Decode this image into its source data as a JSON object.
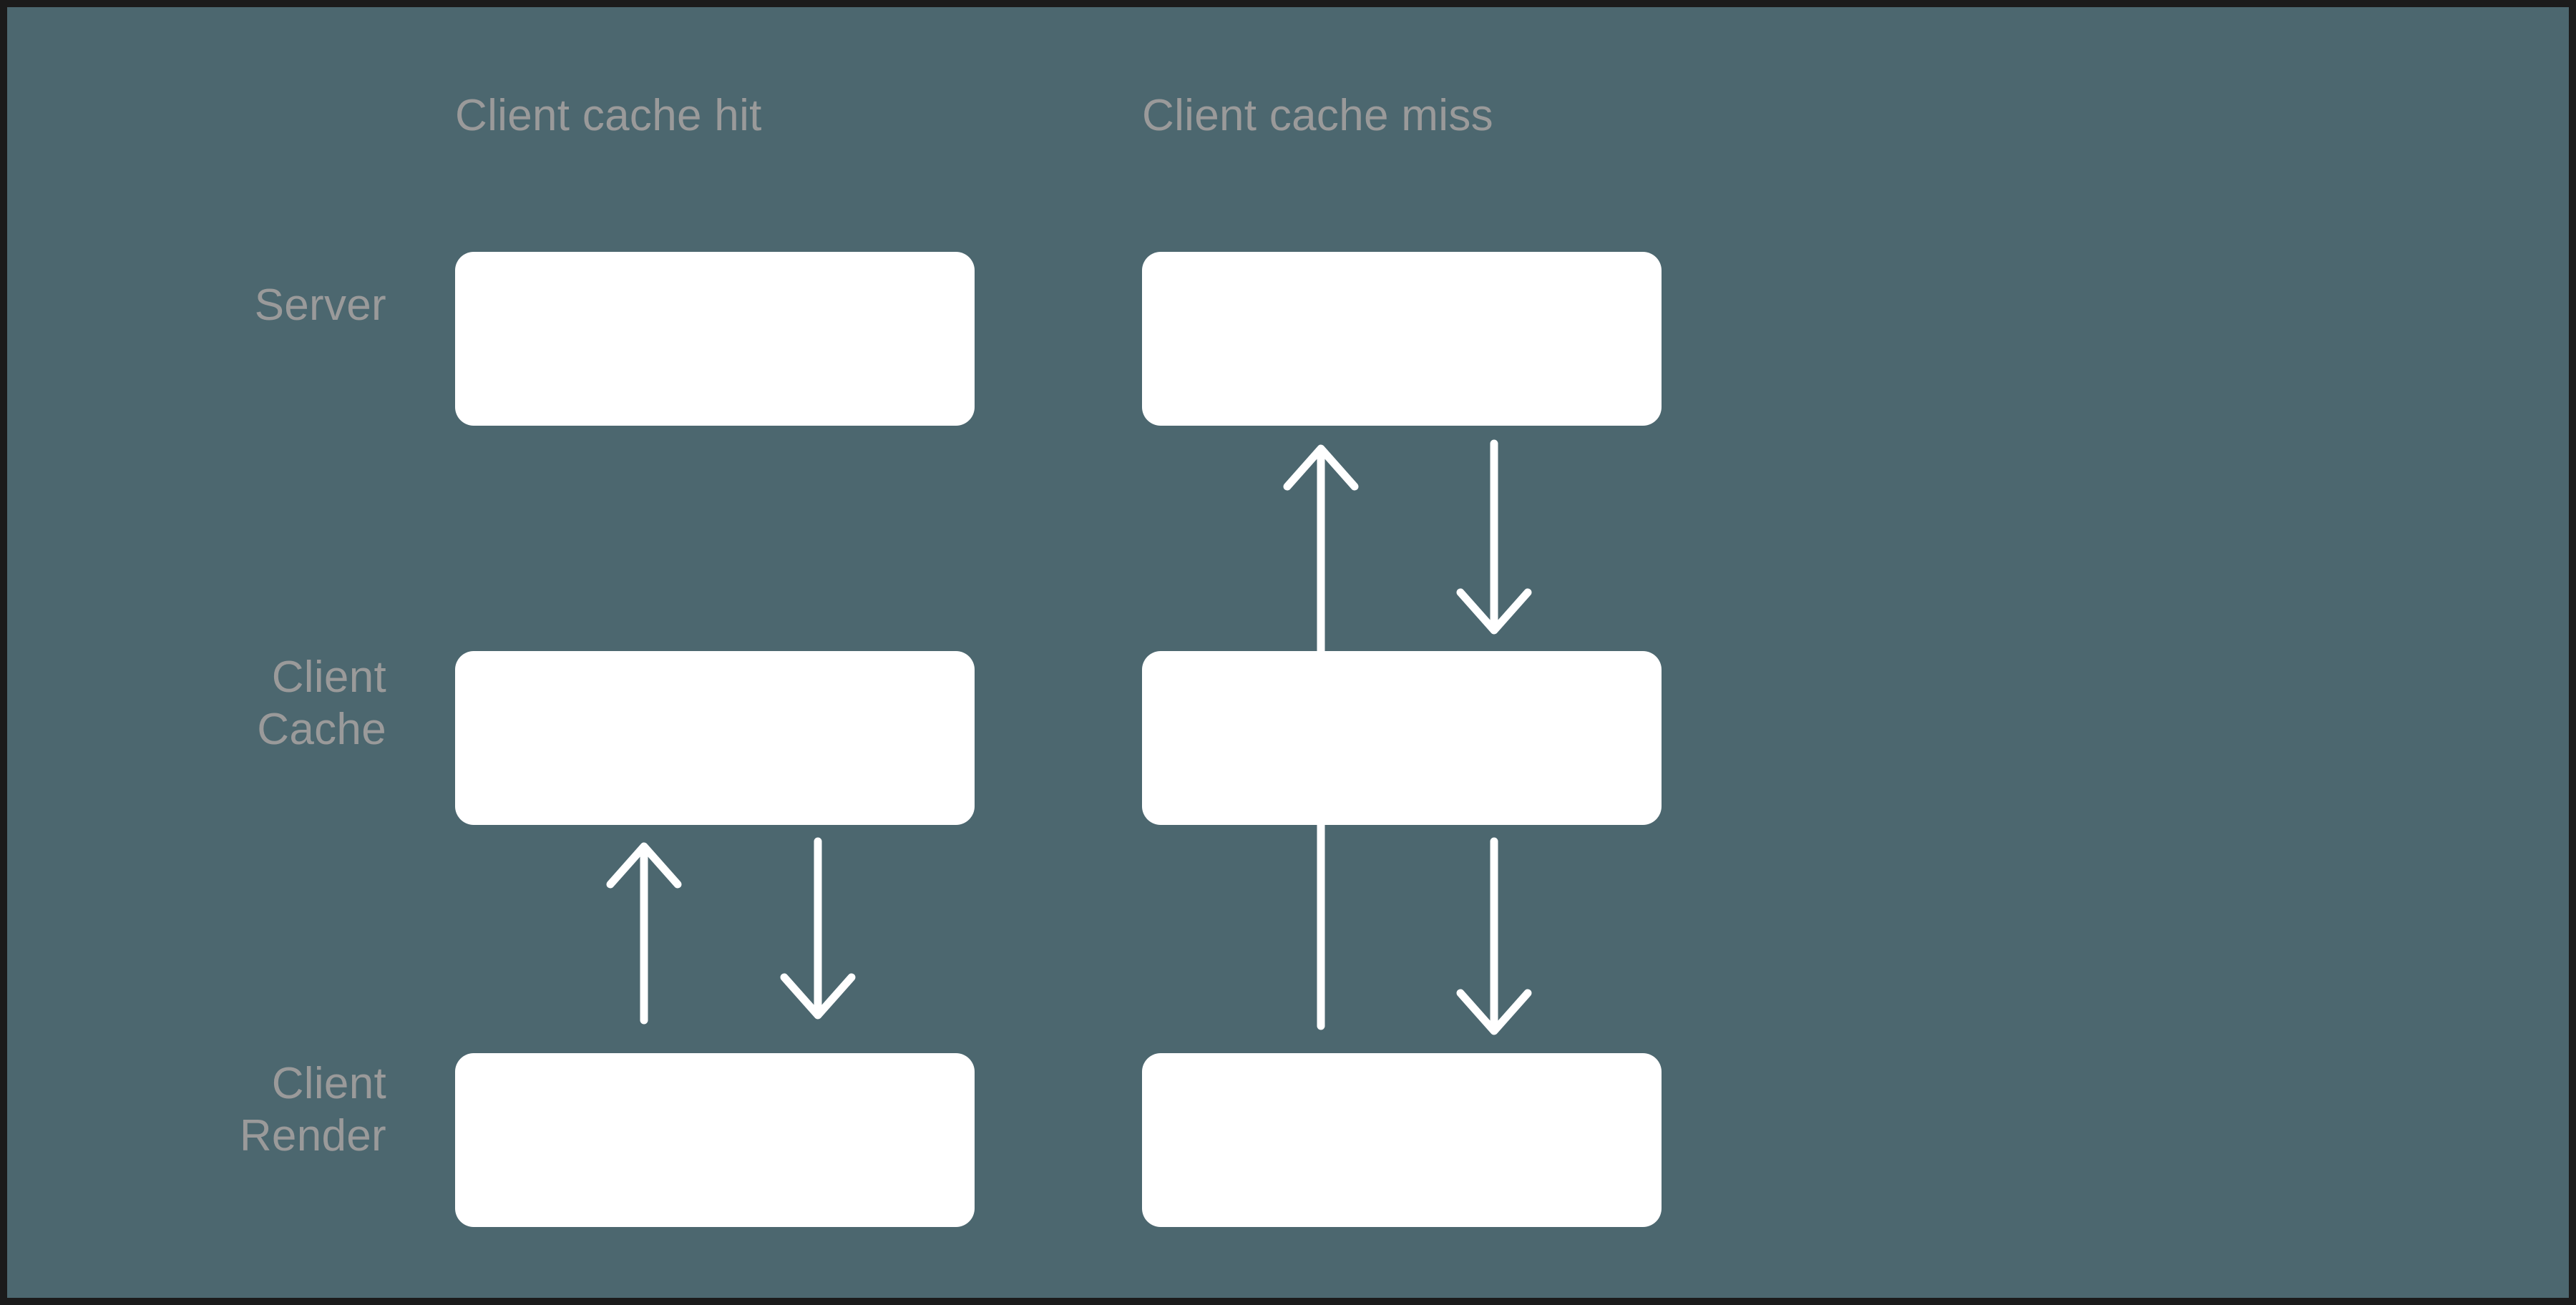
{
  "diagram": {
    "title": "Client cache hit vs Client cache miss data flow",
    "background_color": "#4c676f",
    "frame_color": "#1b1b1b",
    "box_color": "#ffffff",
    "label_color": "#9a9a9a",
    "arrow_color": "#ffffff",
    "columns": [
      {
        "id": "hit",
        "header": "Client cache hit"
      },
      {
        "id": "miss",
        "header": "Client cache miss"
      }
    ],
    "rows": [
      {
        "id": "server",
        "label": "Server"
      },
      {
        "id": "cache",
        "label": "Client\nCache"
      },
      {
        "id": "render",
        "label": "Client\nRender"
      }
    ],
    "nodes": [
      {
        "column": "hit",
        "row": "server",
        "text": ""
      },
      {
        "column": "hit",
        "row": "cache",
        "text": ""
      },
      {
        "column": "hit",
        "row": "render",
        "text": ""
      },
      {
        "column": "miss",
        "row": "server",
        "text": ""
      },
      {
        "column": "miss",
        "row": "cache",
        "text": ""
      },
      {
        "column": "miss",
        "row": "render",
        "text": ""
      }
    ],
    "arrows": [
      {
        "id": "hit-render-to-cache",
        "column": "hit",
        "from": "render",
        "to": "cache",
        "direction": "up",
        "label": ""
      },
      {
        "id": "hit-cache-to-render",
        "column": "hit",
        "from": "cache",
        "to": "render",
        "direction": "down",
        "label": ""
      },
      {
        "id": "miss-render-to-server",
        "column": "miss",
        "from": "render",
        "to": "server",
        "direction": "up",
        "label": ""
      },
      {
        "id": "miss-server-to-cache",
        "column": "miss",
        "from": "server",
        "to": "cache",
        "direction": "down",
        "label": ""
      },
      {
        "id": "miss-cache-to-render",
        "column": "miss",
        "from": "cache",
        "to": "render",
        "direction": "down",
        "label": ""
      }
    ]
  }
}
